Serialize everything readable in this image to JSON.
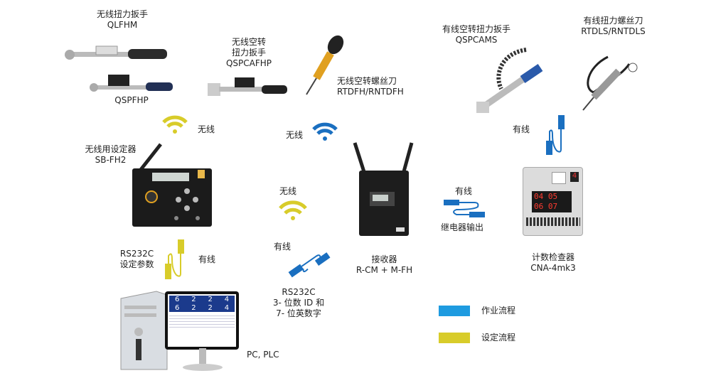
{
  "devices": {
    "qlfhm": {
      "name": "无线扭力扳手",
      "model": "QLFHM"
    },
    "qspfhp": {
      "model": "QSPFHP"
    },
    "qspcafhp": {
      "line1": "无线空转",
      "line2": "扭力扳手",
      "model": "QSPCAFHP"
    },
    "rtdfh": {
      "name": "无线空转螺丝刀",
      "model": "RTDFH/RNTDFH"
    },
    "qspcams": {
      "name": "有线空转扭力扳手",
      "model": "QSPCAMS"
    },
    "rtdls": {
      "name": "有线扭力螺丝刀",
      "model": "RTDLS/RNTDLS"
    },
    "setter": {
      "name": "无线用设定器",
      "model": "SB-FH2"
    },
    "receiver": {
      "name": "接收器",
      "model": "R-CM + M-FH"
    },
    "counter": {
      "name": "计数检查器",
      "model": "CNA-4mk3",
      "display": [
        "04",
        "05",
        "06",
        "07"
      ],
      "small_display": "4"
    },
    "pc": {
      "name": "PC, PLC",
      "screen_values": [
        "6",
        "2",
        "2",
        "4",
        "6",
        "2",
        "2",
        "4"
      ]
    }
  },
  "connections": {
    "wireless_setter": "无线",
    "wireless_tools": "无线",
    "wireless_receiver": "无线",
    "wired_counter": "有线",
    "wired_relay": "有线",
    "relay_output": "继电器输出",
    "wired_pc": "有线",
    "wired_receiver_pc": "有线",
    "rs232_setting_1": "RS232C",
    "rs232_setting_2": "设定参数",
    "rs232_data_1": "RS232C",
    "rs232_data_2": "3- 位数 ID 和",
    "rs232_data_3": "7- 位英数字"
  },
  "legend": [
    {
      "label": "作业流程",
      "color": "#1e9be0"
    },
    {
      "label": "设定流程",
      "color": "#d8cc2a"
    }
  ],
  "colors": {
    "blue": "#1a6fc0",
    "yellow": "#d8cc2a"
  }
}
